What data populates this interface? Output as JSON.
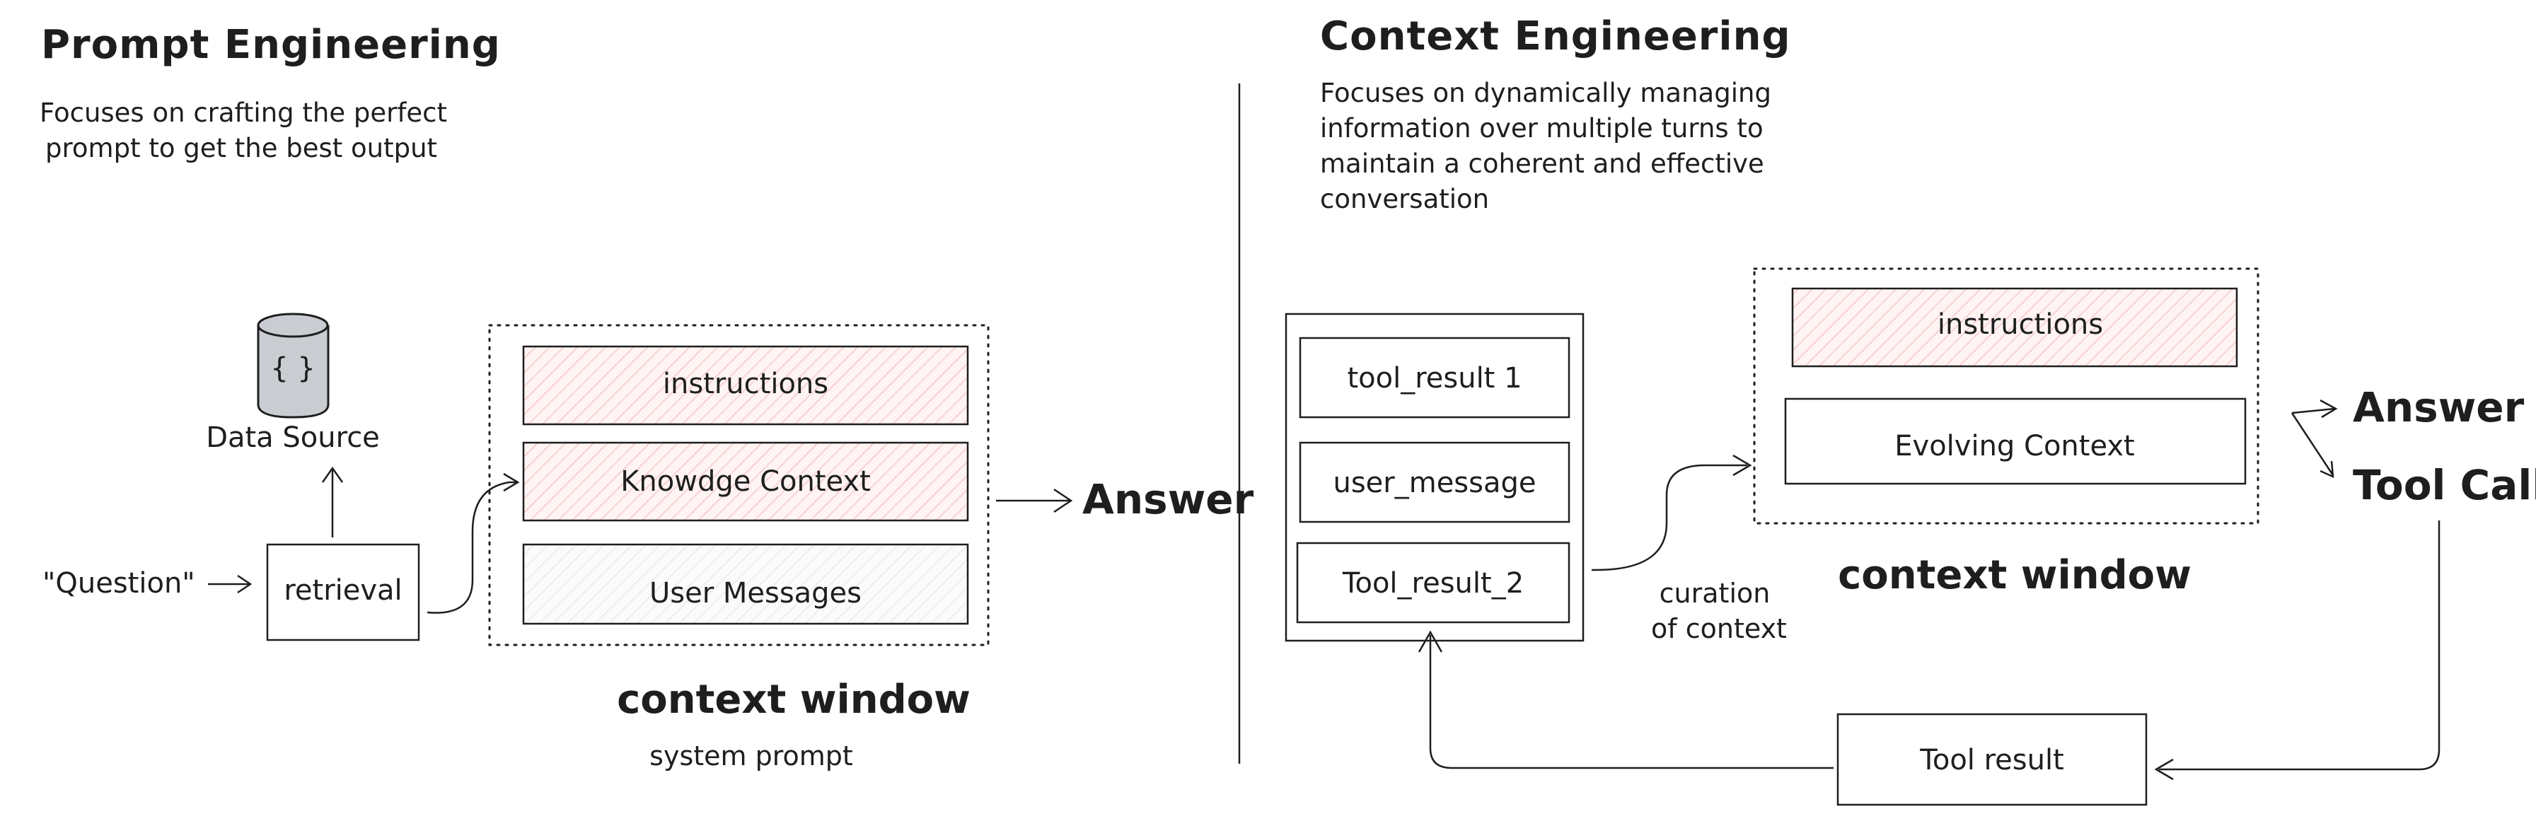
{
  "left": {
    "title": "Prompt Engineering",
    "description_lines": [
      "Focuses on crafting the perfect",
      "prompt to get the best output"
    ],
    "data_source_icon": "{ }",
    "data_source_label": "Data Source",
    "question_label": "\"Question\"",
    "retrieval_label": "retrieval",
    "boxes": [
      "instructions",
      "Knowdge Context",
      "User Messages"
    ],
    "answer_label": "Answer",
    "caption": "context window",
    "sub_caption": "system prompt"
  },
  "right": {
    "title": "Context Engineering",
    "description_lines": [
      "Focuses on dynamically managing",
      "information over multiple turns to",
      "maintain a coherent and effective",
      "conversation"
    ],
    "stack_items": [
      "tool_result 1",
      "user_message",
      "Tool_result_2"
    ],
    "curation_lines": [
      "curation",
      "of context"
    ],
    "window_boxes": [
      "instructions",
      "Evolving Context"
    ],
    "caption": "context window",
    "answer_label": "Answer",
    "tool_call_label": "Tool Call",
    "tool_result_label": "Tool result"
  },
  "colors": {
    "stroke": "#1e1e1e",
    "pink_fill": "#fde8e8",
    "pink_hatch": "#f3b7b7",
    "grey_hatch": "#d3d3d3",
    "cylinder_fill": "#c9ccd1"
  }
}
